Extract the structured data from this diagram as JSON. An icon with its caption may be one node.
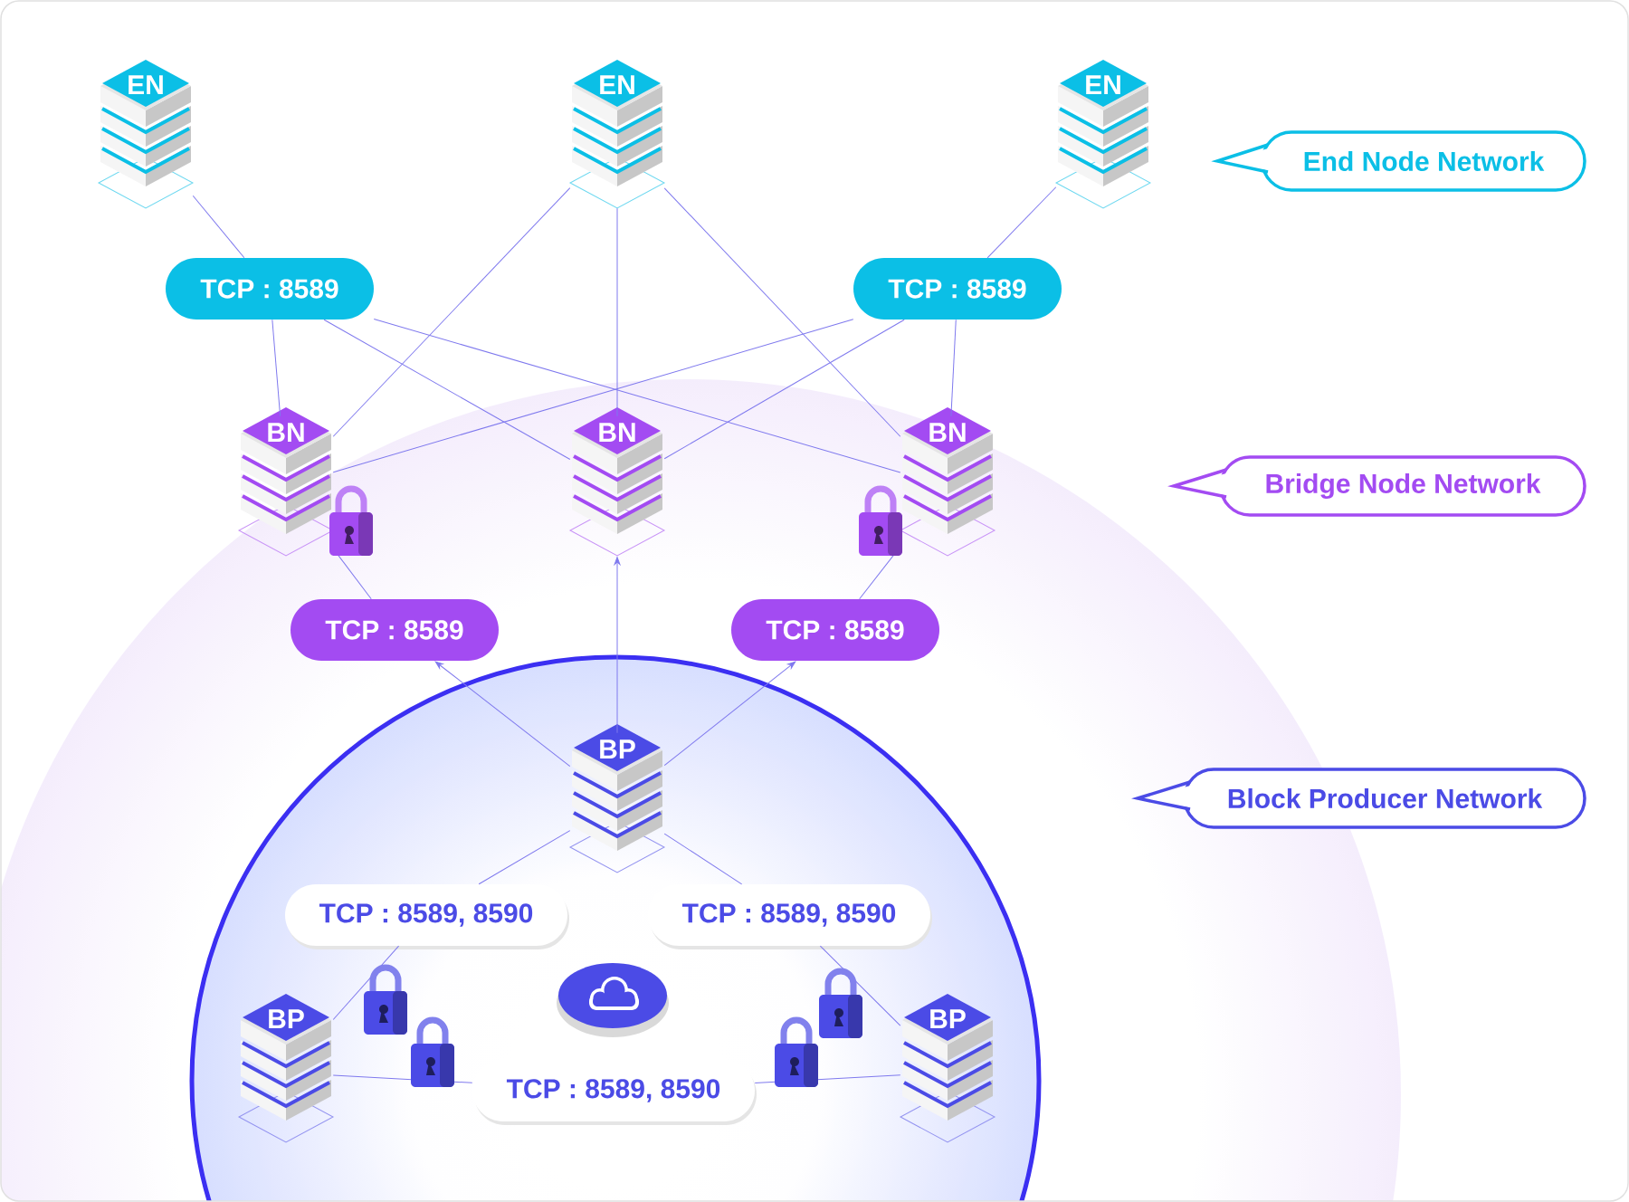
{
  "diagram": {
    "nodes": [
      {
        "text": [
          "EN"
        ]
      },
      {
        "text": [
          "EN"
        ]
      },
      {
        "text": [
          "EN"
        ]
      },
      {
        "text": [
          "TCP : 8589"
        ]
      },
      {
        "text": [
          "TCP : 8589"
        ]
      },
      {
        "text": [
          "BN"
        ]
      },
      {
        "text": [
          "BN"
        ]
      },
      {
        "text": [
          "BN"
        ]
      },
      {
        "text": [
          "TCP : 8589"
        ]
      },
      {
        "text": [
          "TCP : 8589"
        ]
      },
      {
        "text": [
          "BP"
        ]
      },
      {
        "text": [
          "TCP : 8589, 8590"
        ]
      },
      {
        "text": [
          "TCP : 8589, 8590"
        ]
      },
      {
        "text": [
          "BP"
        ]
      },
      {
        "text": [
          "BP"
        ]
      },
      {
        "text": [
          "TCP : 8589, 8590"
        ]
      },
      {
        "text": [
          "End Node Network"
        ]
      },
      {
        "text": [
          "Bridge Node Network"
        ]
      },
      {
        "text": [
          "Block Producer Network"
        ]
      }
    ],
    "edges": [
      {
        "from": 0,
        "to": 3,
        "arrow": "none"
      },
      {
        "from": 3,
        "to": 5,
        "arrow": "none"
      },
      {
        "from": 3,
        "to": 6,
        "arrow": "none"
      },
      {
        "from": 3,
        "to": 7,
        "arrow": "none"
      },
      {
        "from": 2,
        "to": 4,
        "arrow": "none"
      },
      {
        "from": 4,
        "to": 5,
        "arrow": "none"
      },
      {
        "from": 4,
        "to": 6,
        "arrow": "none"
      },
      {
        "from": 4,
        "to": 7,
        "arrow": "none"
      },
      {
        "from": 1,
        "to": 5,
        "arrow": "none"
      },
      {
        "from": 1,
        "to": 6,
        "arrow": "none"
      },
      {
        "from": 1,
        "to": 7,
        "arrow": "none"
      },
      {
        "from": 5,
        "to": 8,
        "arrow": "none"
      },
      {
        "from": 10,
        "to": 8,
        "arrow": "to"
      },
      {
        "from": 7,
        "to": 9,
        "arrow": "none"
      },
      {
        "from": 10,
        "to": 9,
        "arrow": "to"
      },
      {
        "from": 10,
        "to": 6,
        "arrow": "to"
      },
      {
        "from": 10,
        "to": 11,
        "arrow": "none"
      },
      {
        "from": 11,
        "to": 13,
        "arrow": "none"
      },
      {
        "from": 10,
        "to": 12,
        "arrow": "none"
      },
      {
        "from": 12,
        "to": 14,
        "arrow": "none"
      },
      {
        "from": 13,
        "to": 15,
        "arrow": "none"
      },
      {
        "from": 15,
        "to": 14,
        "arrow": "none"
      }
    ]
  }
}
